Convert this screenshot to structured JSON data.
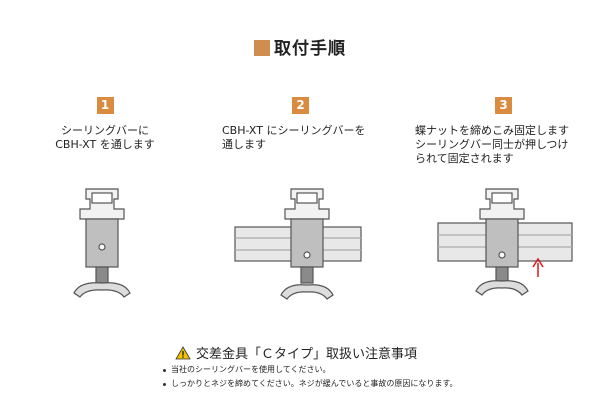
{
  "header": {
    "title": "取付手順"
  },
  "steps": [
    {
      "number": "1",
      "text": "シーリングバーに\nCBH-XT を通します"
    },
    {
      "number": "2",
      "text": "CBH-XT にシーリングバーを\n通します"
    },
    {
      "number": "3",
      "text": "蝶ナットを締めこみ固定します\nシーリングバー同士が押しつけ\nられて固定されます"
    }
  ],
  "caution": {
    "title": "交差金具「Ｃタイプ」取扱い注意事項",
    "items": [
      "当社のシーリングバーを使用してください。",
      "しっかりとネジを締めてください。ネジが緩んでいると事故の原因になります。"
    ]
  },
  "colors": {
    "accent": "#cf8d4f",
    "number_bg": "#d98b3f",
    "arrow": "#e0161e",
    "warning": "#f2c300"
  }
}
